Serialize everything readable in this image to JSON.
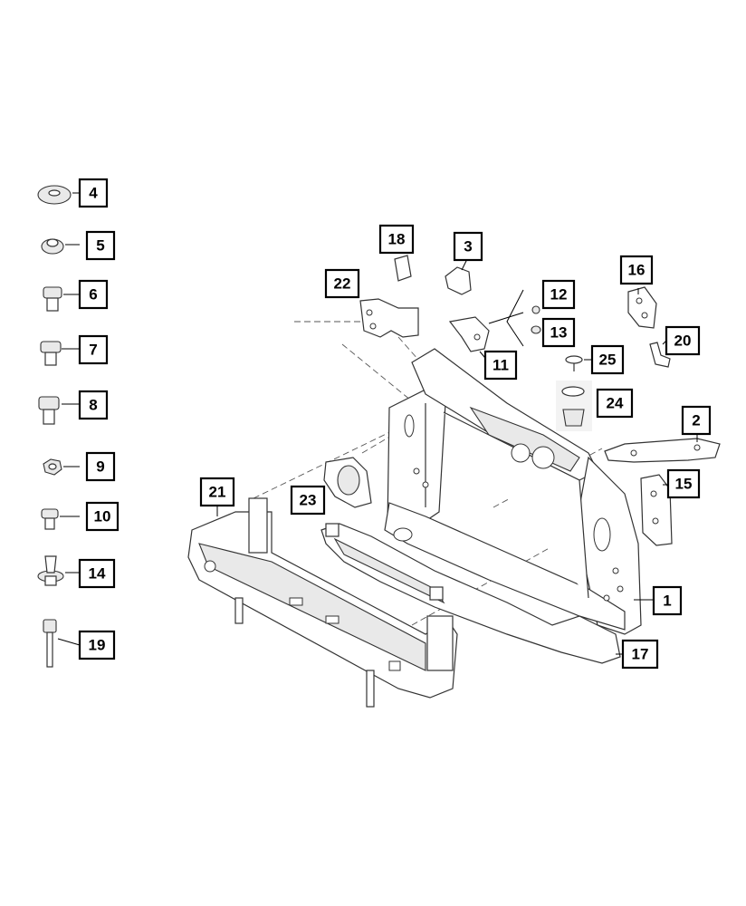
{
  "diagram": {
    "callouts": [
      {
        "id": "callout-1",
        "label": "1"
      },
      {
        "id": "callout-2",
        "label": "2"
      },
      {
        "id": "callout-3",
        "label": "3"
      },
      {
        "id": "callout-4",
        "label": "4"
      },
      {
        "id": "callout-5",
        "label": "5"
      },
      {
        "id": "callout-6",
        "label": "6"
      },
      {
        "id": "callout-7",
        "label": "7"
      },
      {
        "id": "callout-8",
        "label": "8"
      },
      {
        "id": "callout-9",
        "label": "9"
      },
      {
        "id": "callout-10",
        "label": "10"
      },
      {
        "id": "callout-11",
        "label": "11"
      },
      {
        "id": "callout-12",
        "label": "12"
      },
      {
        "id": "callout-13",
        "label": "13"
      },
      {
        "id": "callout-14",
        "label": "14"
      },
      {
        "id": "callout-15",
        "label": "15"
      },
      {
        "id": "callout-16",
        "label": "16"
      },
      {
        "id": "callout-17",
        "label": "17"
      },
      {
        "id": "callout-18",
        "label": "18"
      },
      {
        "id": "callout-19",
        "label": "19"
      },
      {
        "id": "callout-20",
        "label": "20"
      },
      {
        "id": "callout-21",
        "label": "21"
      },
      {
        "id": "callout-22",
        "label": "22"
      },
      {
        "id": "callout-23",
        "label": "23"
      },
      {
        "id": "callout-24",
        "label": "24"
      },
      {
        "id": "callout-25",
        "label": "25"
      }
    ]
  },
  "colors": {
    "line": "#333333",
    "background": "#ffffff",
    "label_text": "#000000"
  }
}
